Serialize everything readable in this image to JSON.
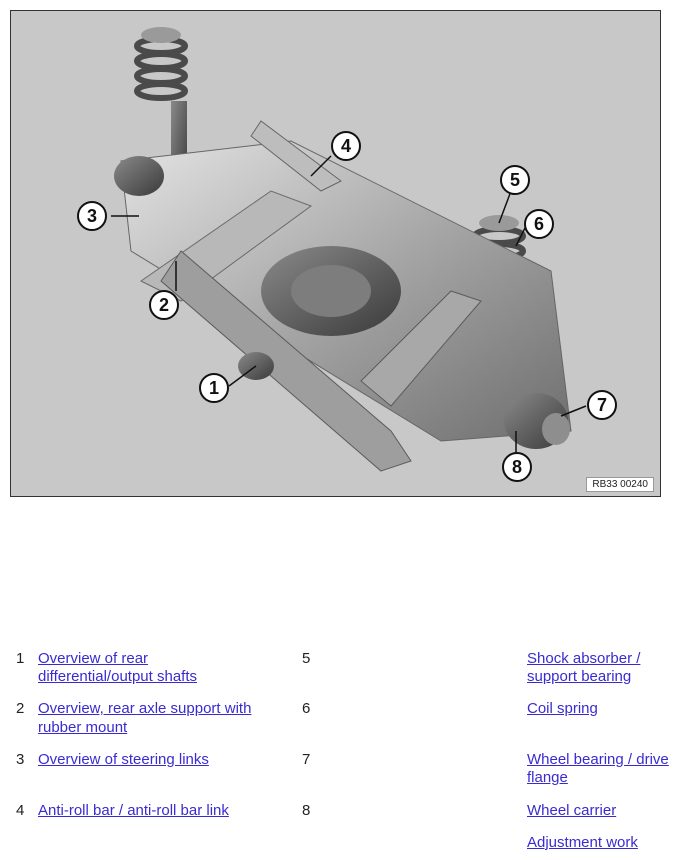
{
  "diagram": {
    "callouts": [
      "1",
      "2",
      "3",
      "4",
      "5",
      "6",
      "7",
      "8"
    ],
    "ref_code": "RB33 00240"
  },
  "legend": {
    "left": [
      {
        "num": "1",
        "label_lines": [
          "Overview of rear",
          "differential/output shafts"
        ]
      },
      {
        "num": "2",
        "label_lines": [
          "Overview, rear axle support with",
          "rubber mount"
        ]
      },
      {
        "num": "3",
        "label_lines": [
          "Overview of steering links"
        ]
      },
      {
        "num": "4",
        "label_lines": [
          "Anti-roll bar / anti-roll bar link"
        ]
      }
    ],
    "right": [
      {
        "num": "5",
        "label_lines": [
          "Shock absorber /",
          "support bearing"
        ]
      },
      {
        "num": "6",
        "label_lines": [
          "Coil spring"
        ]
      },
      {
        "num": "7",
        "label_lines": [
          "Wheel bearing / drive",
          "flange"
        ]
      },
      {
        "num": "8",
        "label_lines": [
          "Wheel carrier"
        ]
      }
    ],
    "extra": "Adjustment work"
  }
}
